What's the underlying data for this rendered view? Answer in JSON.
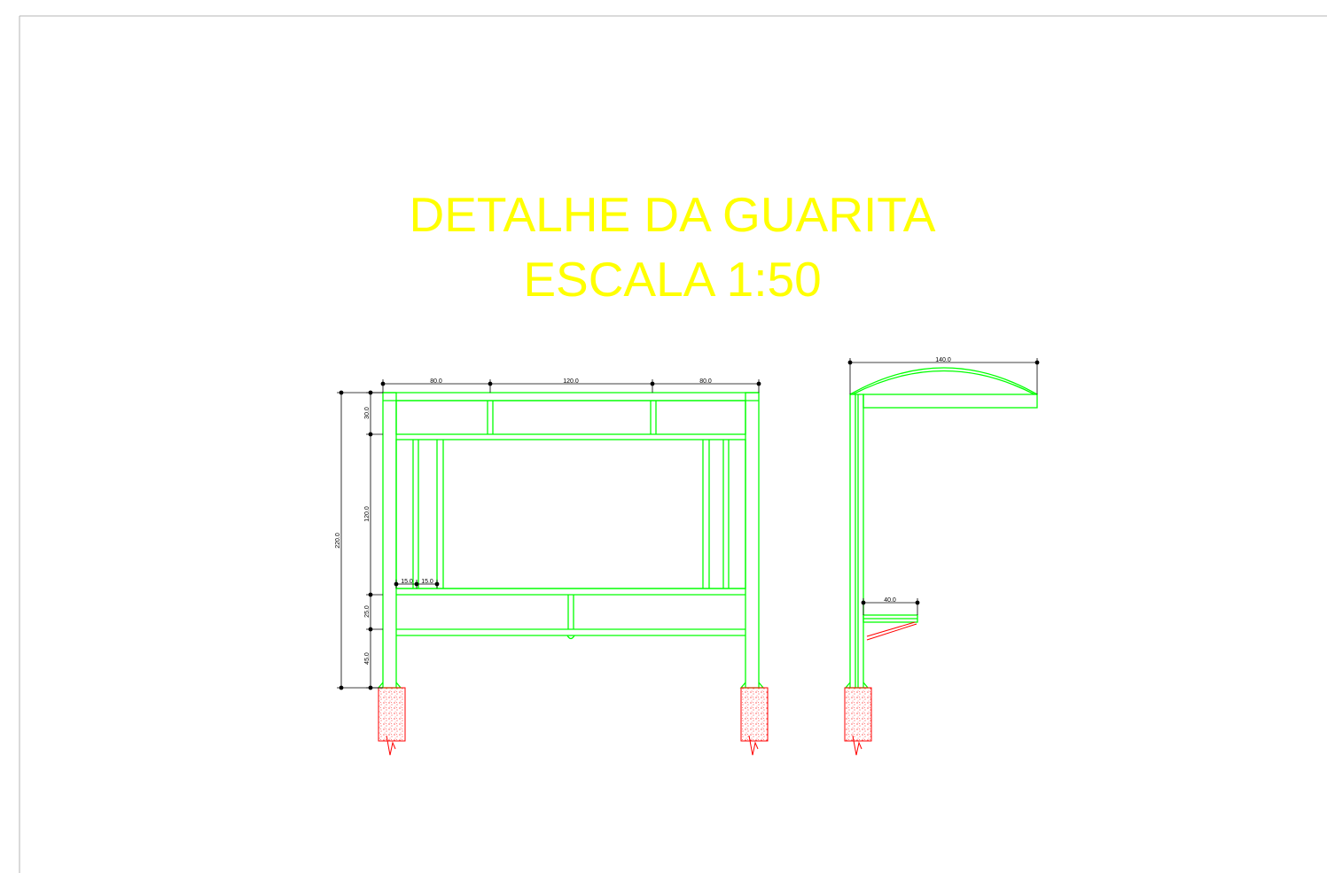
{
  "drawing": {
    "title": "DETALHE DA GUARITA",
    "scale": "ESCALA 1:50",
    "colors": {
      "title": "#ffff00",
      "structure": "#00ff00",
      "concrete": "#ff0000",
      "dimension": "#000000",
      "sheet_border": "#b4b4b4",
      "background": "#ffffff"
    },
    "front_view": {
      "dims_top": [
        "80.0",
        "120.0",
        "80.0"
      ],
      "dims_left": [
        "30.0",
        "120.0",
        "25.0",
        "45.0"
      ],
      "dim_total_height": "220.0",
      "dims_post": [
        "15.0",
        "15.0"
      ]
    },
    "side_view": {
      "dim_roof": "140.0",
      "dim_bench": "40.0"
    }
  }
}
